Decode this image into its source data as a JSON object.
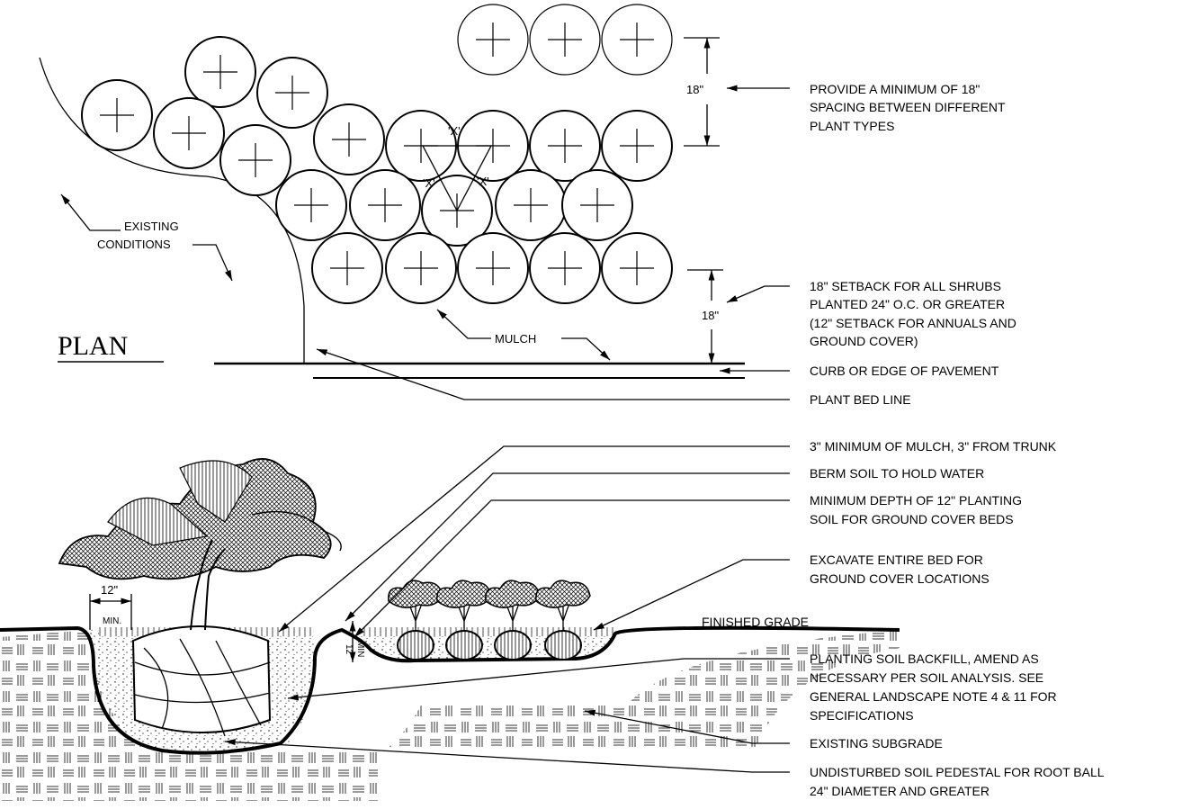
{
  "plan": {
    "title": "PLAN",
    "spacing_label": "'X'",
    "dim_top": "18\"",
    "dim_setback": "18\"",
    "existing": [
      "EXISTING",
      "CONDITIONS"
    ],
    "mulch": "MULCH"
  },
  "notes": {
    "min_spacing": [
      "PROVIDE A MINIMUM OF 18\"",
      "SPACING BETWEEN DIFFERENT",
      "PLANT TYPES"
    ],
    "setback": [
      "18\" SETBACK FOR ALL SHRUBS",
      "PLANTED 24\" O.C. OR GREATER",
      "(12\" SETBACK FOR ANNUALS AND",
      "GROUND COVER)"
    ],
    "curb": "CURB OR EDGE OF PAVEMENT",
    "bed_line": "PLANT BED LINE",
    "mulch_min": "3\" MINIMUM OF MULCH, 3\" FROM TRUNK",
    "berm": "BERM SOIL TO HOLD WATER",
    "depth": [
      "MINIMUM DEPTH OF 12\" PLANTING",
      "SOIL FOR GROUND COVER BEDS"
    ],
    "excavate": [
      "EXCAVATE ENTIRE BED FOR",
      "GROUND COVER LOCATIONS"
    ],
    "backfill": [
      "PLANTING SOIL BACKFILL, AMEND AS",
      "NECESSARY PER SOIL ANALYSIS.  SEE",
      "GENERAL LANDSCAPE NOTE 4 & 11 FOR",
      "SPECIFICATIONS"
    ],
    "subgrade": "EXISTING SUBGRADE",
    "pedestal": [
      "UNDISTURBED SOIL PEDESTAL FOR ROOT BALL",
      "24\" DIAMETER AND GREATER"
    ]
  },
  "section": {
    "finished_grade": "FINISHED GRADE",
    "dim_12": "12\"",
    "dim_min": "MIN.",
    "dim_12_vert": "12\"",
    "dim_min_vert": "MIN"
  }
}
